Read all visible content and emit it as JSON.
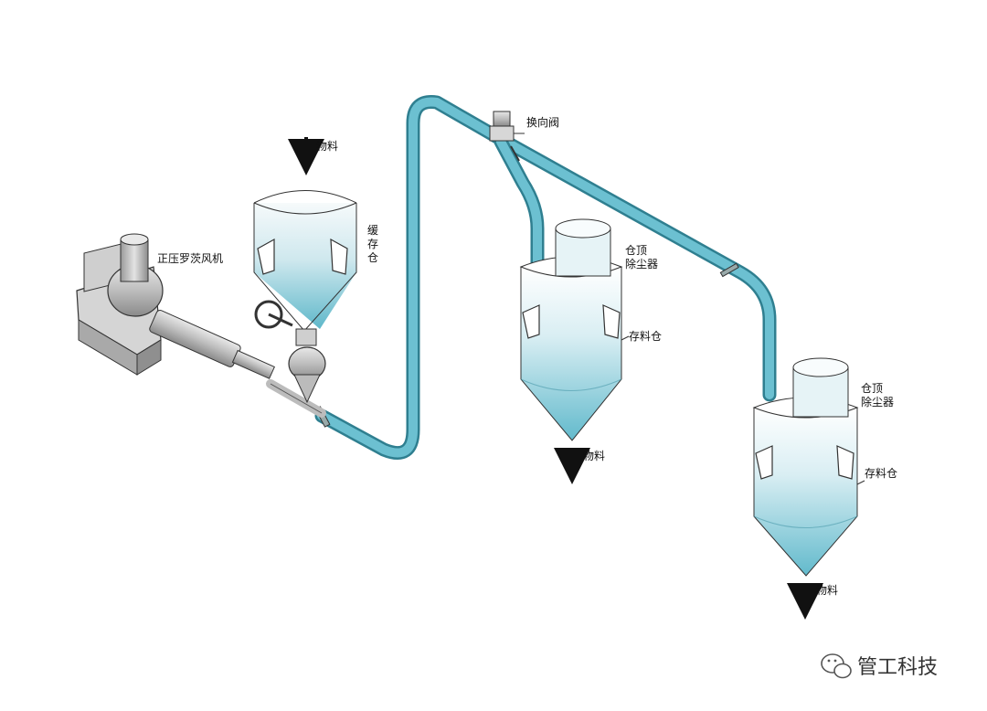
{
  "labels": {
    "blower": "正压罗茨风机",
    "material_in": "物料",
    "buffer_bin_1": "缓",
    "buffer_bin_2": "存",
    "buffer_bin_3": "仓",
    "diverter_valve": "换向阀",
    "dust_collector_1_line1": "仓顶",
    "dust_collector_1_line2": "除尘器",
    "storage_bin_1": "存料仓",
    "material_out_1": "物料",
    "dust_collector_2_line1": "仓顶",
    "dust_collector_2_line2": "除尘器",
    "storage_bin_2": "存料仓",
    "material_out_2": "物料"
  },
  "watermark": {
    "brand": "管工科技",
    "icon": "wechat-icon"
  },
  "colors": {
    "pipe": "#5bb3c4",
    "pipe_edge": "#2f7f90",
    "tank_top": "#f4f8fa",
    "tank_bottom": "#5fb8ca",
    "outline": "#333333"
  }
}
